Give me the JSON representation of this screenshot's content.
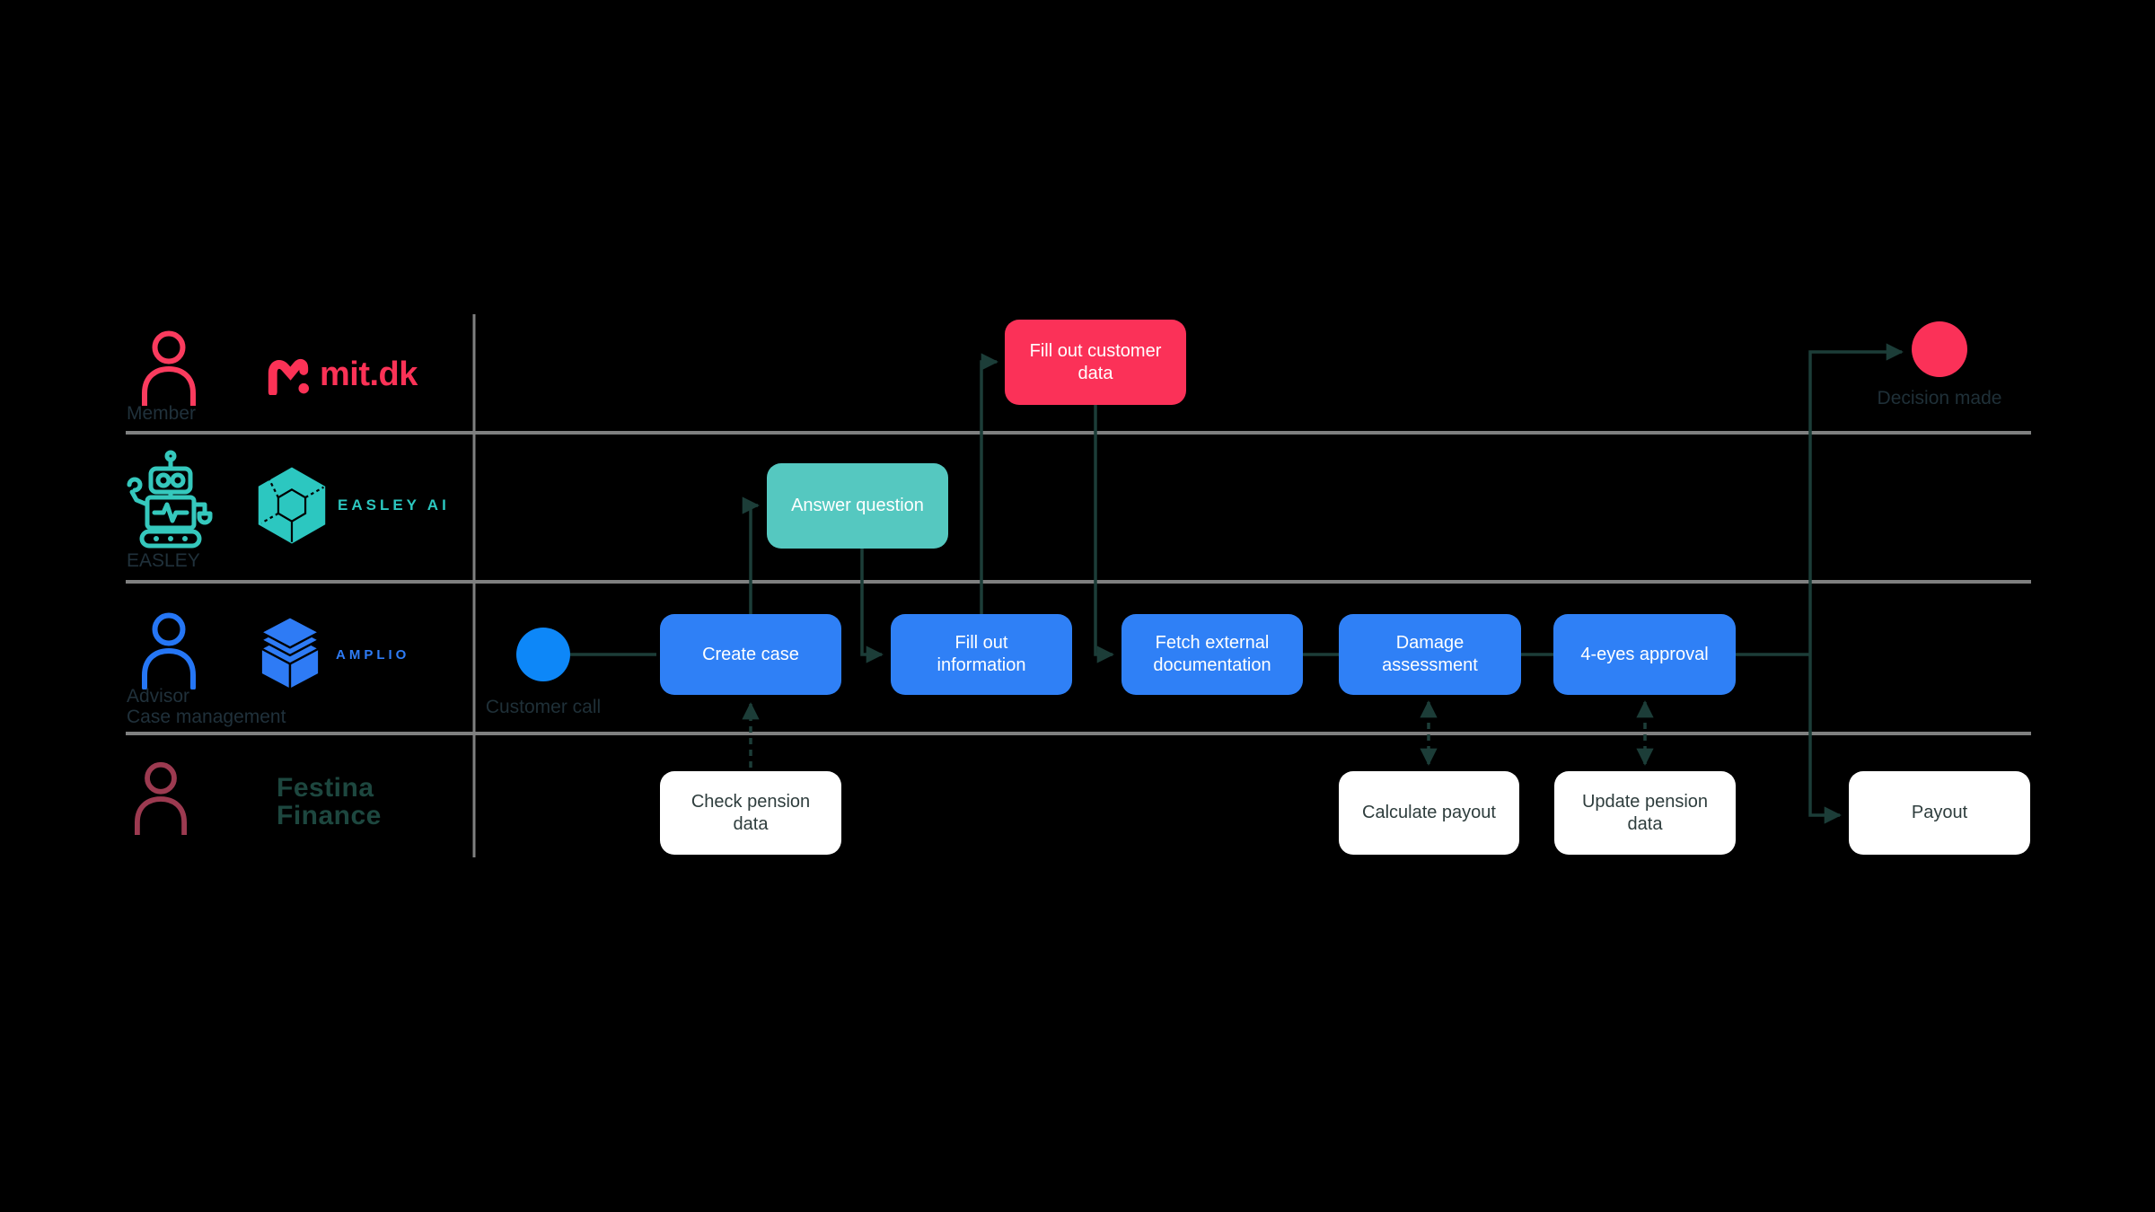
{
  "lanes": {
    "member": {
      "label": "Member",
      "logo": "mit.dk"
    },
    "easley": {
      "label": "EASLEY",
      "logo": "EASLEY AI"
    },
    "advisor": {
      "label": "Advisor",
      "sublabel": "Case management",
      "logo": "AMPLIO"
    },
    "festina": {
      "logo_line1": "Festina",
      "logo_line2": "Finance"
    }
  },
  "nodes": {
    "customer_call": {
      "label": "Customer call",
      "type": "start-event"
    },
    "create_case": {
      "label": "Create case"
    },
    "answer_question": {
      "label": "Answer question"
    },
    "fill_out_customer_data": {
      "label": "Fill out customer data"
    },
    "fill_out_information": {
      "label": "Fill out information"
    },
    "fetch_external_documentation": {
      "label": "Fetch external documentation"
    },
    "damage_assessment": {
      "label": "Damage assessment"
    },
    "four_eyes_approval": {
      "label": "4-eyes approval"
    },
    "decision_made": {
      "label": "Decision made",
      "type": "end-event"
    },
    "check_pension_data": {
      "label": "Check pension data"
    },
    "calculate_payout": {
      "label": "Calculate payout"
    },
    "update_pension_data": {
      "label": "Update pension data"
    },
    "payout": {
      "label": "Payout"
    }
  },
  "colors": {
    "background": "#000000",
    "task_blue": "#2f80f6",
    "task_teal": "#55c8c0",
    "task_red": "#fb3158",
    "task_white": "#ffffff",
    "start_event_blue": "#0d87f8",
    "end_event_red": "#fb3158",
    "connector_dark_green": "#1c3d38",
    "lane_line_gray": "#808080",
    "label_dark": "#20313b",
    "mitdk_pink": "#fb3256",
    "easley_teal": "#2cc7c0",
    "amplio_blue": "#2e7bf5",
    "festina_green": "#1d473f",
    "member_icon_pink": "#fb3b5e",
    "advisor_icon_blue": "#2576f5",
    "festina_icon_maroon": "#9c3a50",
    "robot_icon_teal": "#35c8bd"
  }
}
